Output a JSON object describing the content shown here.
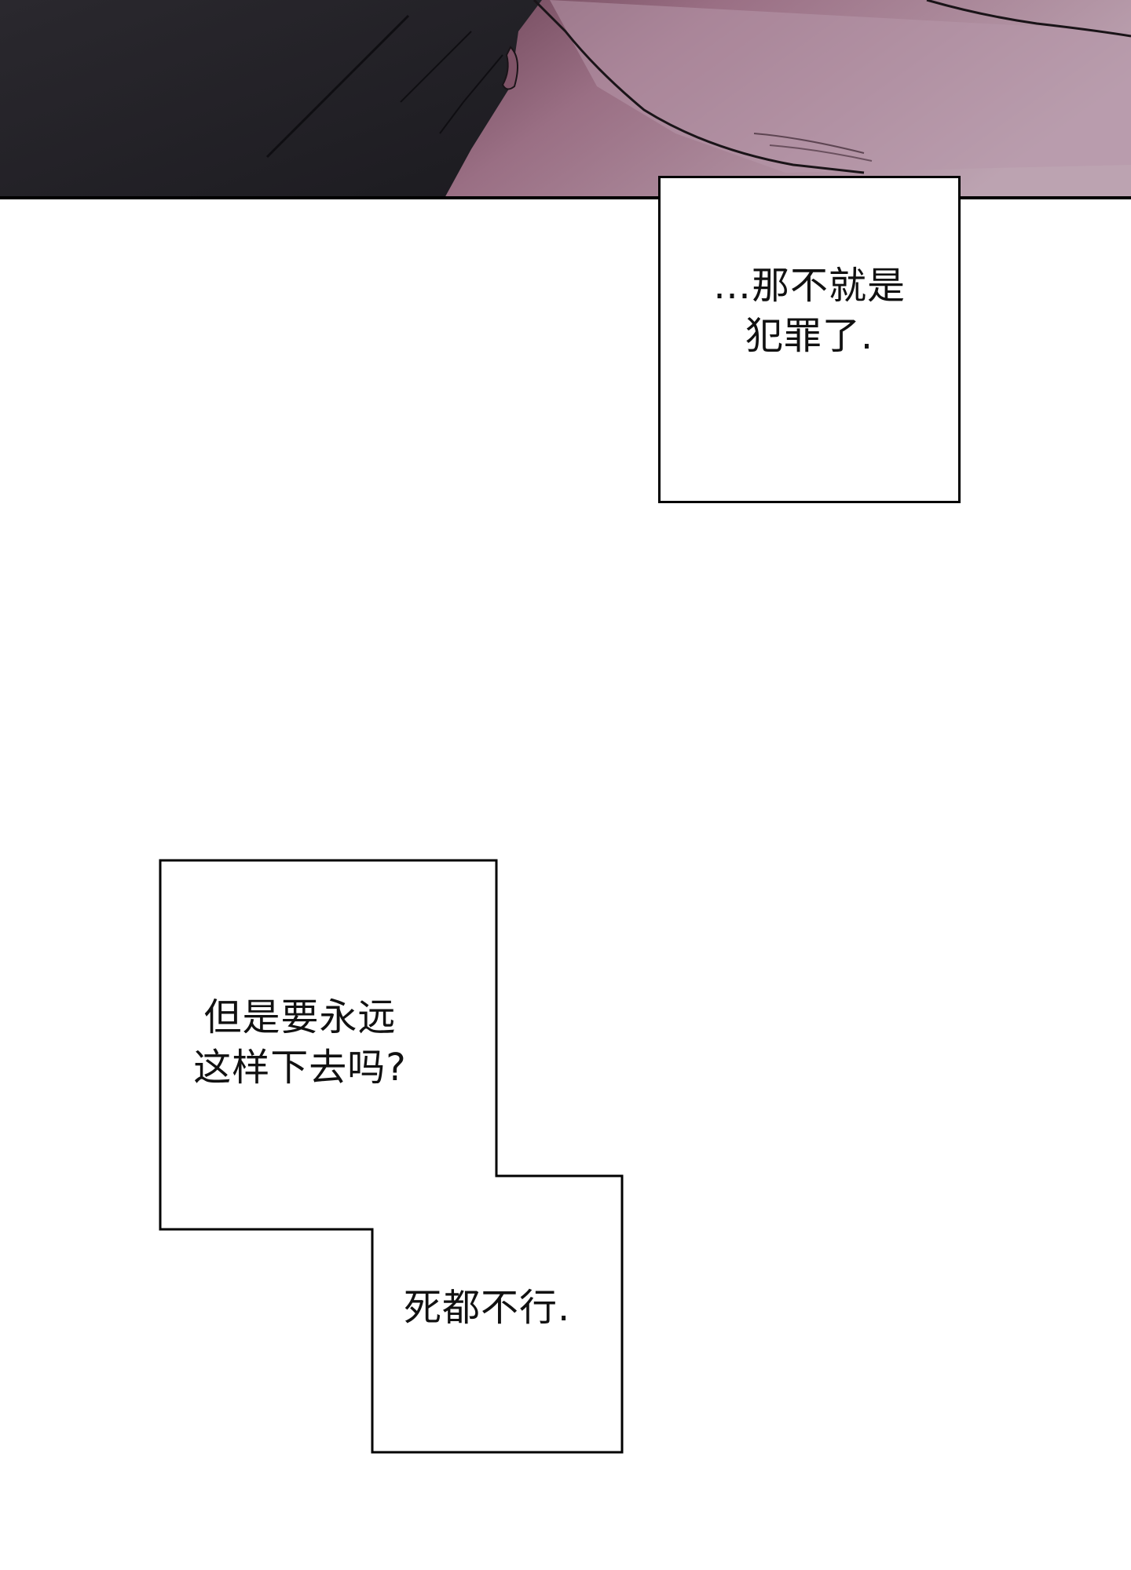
{
  "panels": {
    "top_scene": {
      "colors": {
        "dark_clothing": "#242229",
        "skin_shadow": "#7a4f61",
        "skin_light": "#b896a8",
        "line": "#1a1418"
      }
    }
  },
  "captions": [
    {
      "text": "…那不就是\n犯罪了."
    },
    {
      "text": "但是要永远\n这样下去吗?"
    },
    {
      "text": "死都不行."
    }
  ]
}
